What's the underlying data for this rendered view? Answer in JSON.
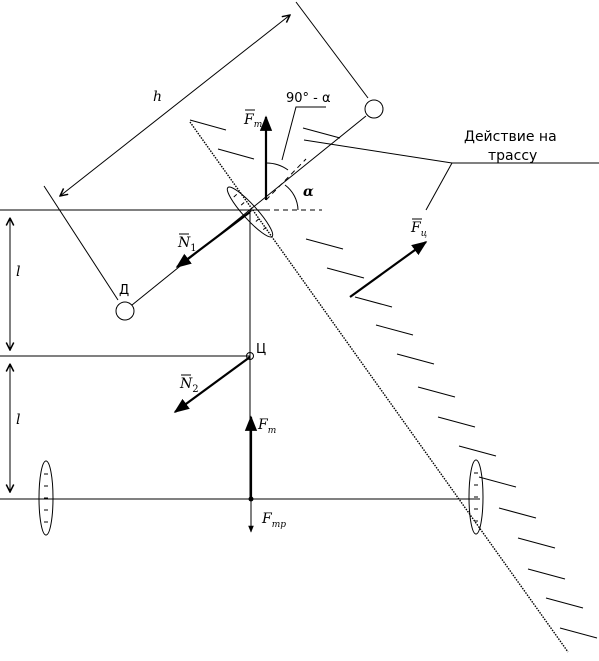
{
  "labels": {
    "h": "h",
    "angle_top": "90° - α",
    "alpha": "α",
    "Fm": "F",
    "Fm_sub": "m",
    "N1": "N",
    "N1_sub": "1",
    "N2": "N",
    "N2_sub": "2",
    "Fc": "F",
    "Fc_sub": "ц",
    "Ft": "F",
    "Ft_sub": "т",
    "Ftr": "F",
    "Ftr_sub": "тр",
    "D": "Д",
    "C": "Ц",
    "l_top": "l",
    "l_bottom": "l"
  },
  "callout": {
    "line1": "Действие на",
    "line2": "трассу"
  }
}
